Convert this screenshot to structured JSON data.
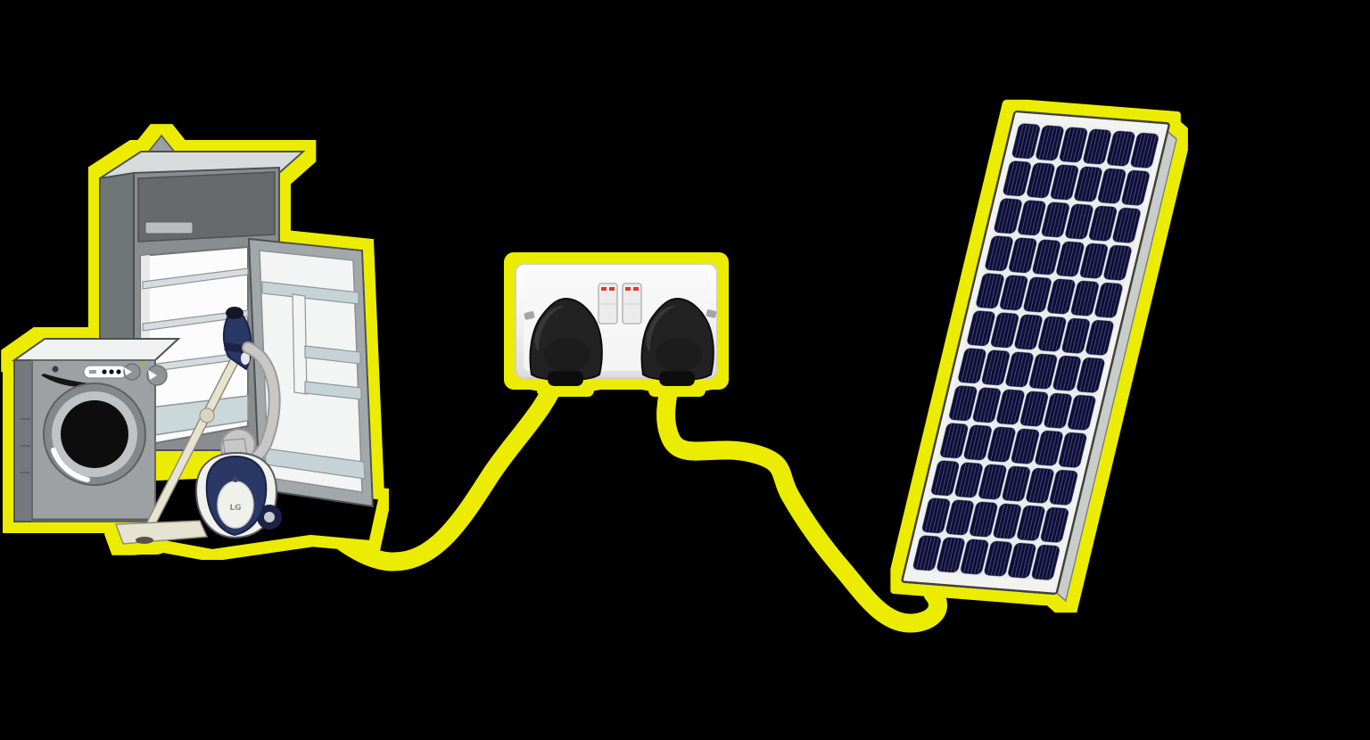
{
  "scene": {
    "type": "illustration-diagram",
    "subject": "solar panel powering household appliances through a switched double wall socket",
    "connections": [
      "appliances to wall-socket via yellow cable",
      "wall-socket to solar-panel via yellow cable"
    ]
  },
  "components": {
    "appliances": [
      "refrigerator",
      "washing-machine",
      "vacuum-cleaner"
    ],
    "vacuum_brand_label": "LG",
    "socket": {
      "plug_count": 2,
      "switch_count": 2,
      "switch_indicator": "red"
    },
    "solar_panel": {
      "cell_columns": 6,
      "cell_rows": 12
    }
  },
  "colors": {
    "background": "#000000",
    "cable": "#ecec00",
    "outline-dark": "#4d5154",
    "fridge-body": "#898d90",
    "fridge-side": "#707477",
    "fridge-top": "#d8dbdc",
    "freezer-door": "#666a6d",
    "freezer-handle": "#b9bdbe",
    "interior": "#fcfcfc",
    "interior-wall": "#e9e9e9",
    "shelf": "#d7dcde",
    "shelf-edge": "#8f979a",
    "drawer": "#cbd8da",
    "door-frame": "#a2a7aa",
    "door-face": "#f3f4f4",
    "door-rack": "#c6d3d6",
    "washer-body": "#9da1a4",
    "washer-side": "#74787b",
    "washer-top": "#f0f2f2",
    "washer-ring": "#84888b",
    "washer-ring2": "#bfc3c5",
    "washer-glass": "#0a0a0a",
    "knob": "#909497",
    "green-dot": "#86c440",
    "display": "#ffffff",
    "vacuum-navy": "#2c3766",
    "vacuum-navy-dark": "#1a2244",
    "vacuum-white": "#f1f1ec",
    "hose": "#c7c7c5",
    "wand": "#e7e3d1",
    "socket-plate": "#f7f7f7",
    "socket-plate-edge": "#cfcfcf",
    "switch-face": "#ececec",
    "switch-red": "#e8392b",
    "plug-black": "#232323",
    "plug-highlight": "#424242",
    "plug-dark": "#101010",
    "pin": "#a5a5a5",
    "panel-frame": "#f2f3ef",
    "panel-rail": "#c9cdc9",
    "panel-edge": "#3f3f3f",
    "panel-gap": "#e9edee",
    "cell-navy": "#101038",
    "cell-line": "#5d5d85"
  }
}
